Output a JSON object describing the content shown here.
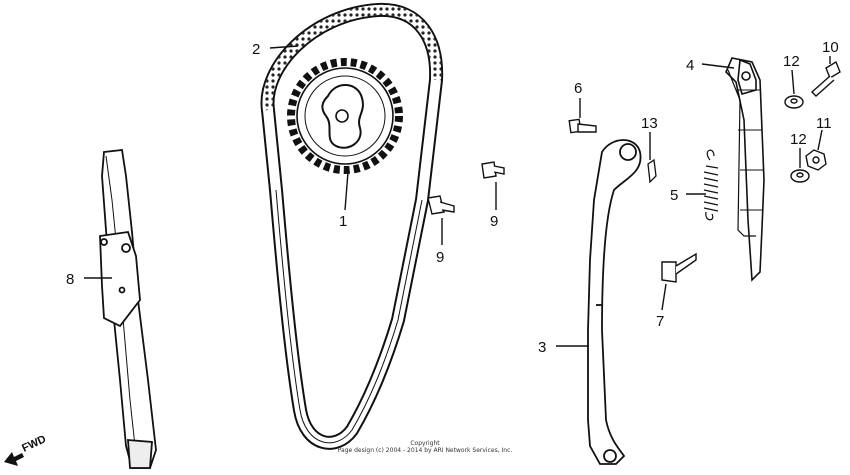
{
  "callouts": {
    "c1": "1",
    "c2": "2",
    "c3": "3",
    "c4": "4",
    "c5": "5",
    "c6": "6",
    "c7": "7",
    "c8": "8",
    "c9a": "9",
    "c9b": "9",
    "c10": "10",
    "c11": "11",
    "c12a": "12",
    "c12b": "12",
    "c13": "13"
  },
  "direction_label": "FWD",
  "copyright": {
    "line1": "Copyright",
    "line2": "Page design (c) 2004 - 2014 by ARI Network Services, Inc."
  },
  "colors": {
    "ink": "#111111",
    "paper": "#ffffff"
  }
}
